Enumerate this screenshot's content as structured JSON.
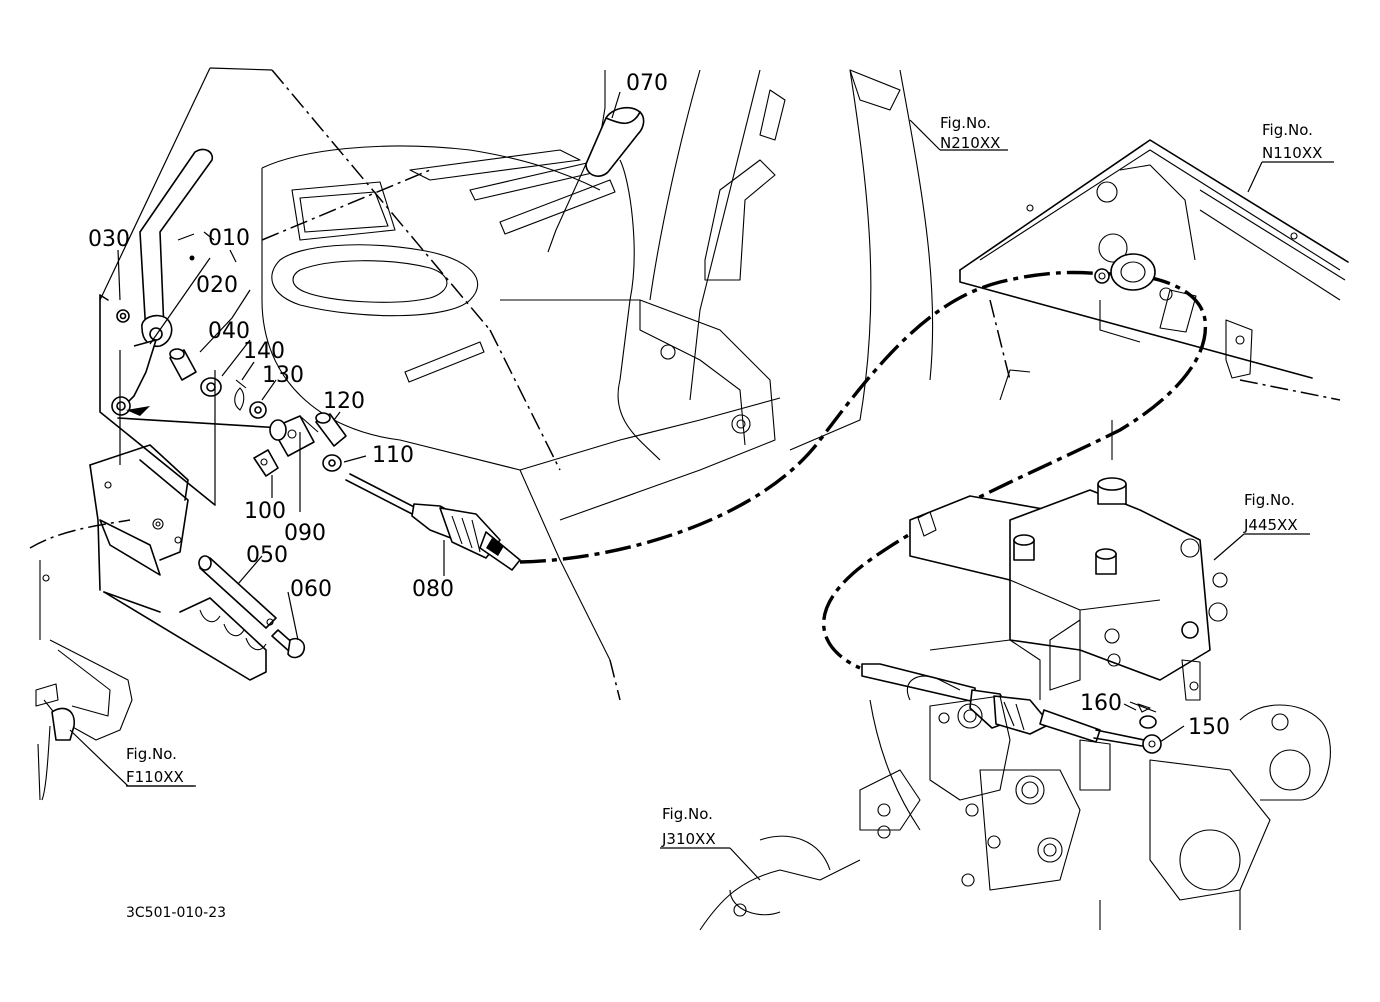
{
  "diagram": {
    "drawing_code": "3C501-010-23",
    "part_numbers": [
      "010",
      "020",
      "030",
      "040",
      "050",
      "060",
      "070",
      "080",
      "090",
      "100",
      "110",
      "120",
      "130",
      "140",
      "150",
      "160"
    ],
    "figure_refs": [
      {
        "line1": "Fig.No.",
        "line2": "N210XX"
      },
      {
        "line1": "Fig.No.",
        "line2": "N110XX"
      },
      {
        "line1": "Fig.No.",
        "line2": "J445XX"
      },
      {
        "line1": "Fig.No.",
        "line2": "F110XX"
      },
      {
        "line1": "Fig.No.",
        "line2": "J310XX"
      }
    ]
  }
}
